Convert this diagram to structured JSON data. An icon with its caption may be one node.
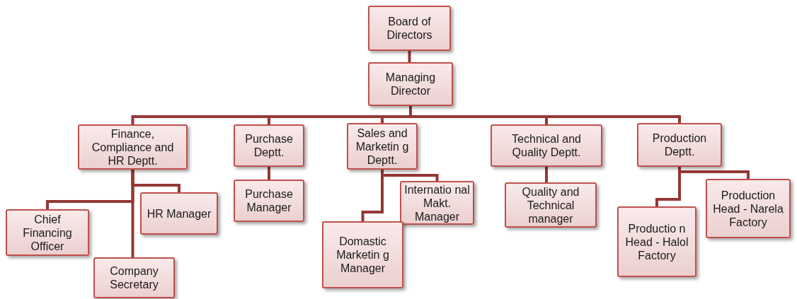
{
  "diagram": {
    "nodes": [
      {
        "text": [
          "Board of Directors"
        ]
      },
      {
        "text": [
          "Managing Director"
        ]
      },
      {
        "text": [
          "Finance, Compliance and HR Deptt."
        ]
      },
      {
        "text": [
          "Purchase Deptt."
        ]
      },
      {
        "text": [
          "Sales and Marketin g Deptt."
        ]
      },
      {
        "text": [
          "Technical and Quality Deptt."
        ]
      },
      {
        "text": [
          "Production Deptt."
        ]
      },
      {
        "text": [
          "Chief Financing Officer"
        ]
      },
      {
        "text": [
          "HR Manager"
        ]
      },
      {
        "text": [
          "Company Secretary"
        ]
      },
      {
        "text": [
          "Purchase Manager"
        ]
      },
      {
        "text": [
          "Internatio nal Makt. Manager"
        ]
      },
      {
        "text": [
          "Domastic Marketin g Manager"
        ]
      },
      {
        "text": [
          "Quality and Technical manager"
        ]
      },
      {
        "text": [
          "Productio n Head - Halol Factory"
        ]
      },
      {
        "text": [
          "Production Head - Narela Factory"
        ]
      }
    ],
    "edges": [
      {
        "from": 0,
        "to": 1,
        "arrow": "none"
      },
      {
        "from": 1,
        "to": 2,
        "arrow": "none"
      },
      {
        "from": 1,
        "to": 3,
        "arrow": "none"
      },
      {
        "from": 1,
        "to": 4,
        "arrow": "none"
      },
      {
        "from": 1,
        "to": 5,
        "arrow": "none"
      },
      {
        "from": 1,
        "to": 6,
        "arrow": "none"
      },
      {
        "from": 2,
        "to": 7,
        "arrow": "none"
      },
      {
        "from": 2,
        "to": 8,
        "arrow": "none"
      },
      {
        "from": 2,
        "to": 9,
        "arrow": "none"
      },
      {
        "from": 3,
        "to": 10,
        "arrow": "none"
      },
      {
        "from": 4,
        "to": 11,
        "arrow": "none"
      },
      {
        "from": 4,
        "to": 12,
        "arrow": "none"
      },
      {
        "from": 5,
        "to": 13,
        "arrow": "none"
      },
      {
        "from": 6,
        "to": 14,
        "arrow": "none"
      },
      {
        "from": 6,
        "to": 15,
        "arrow": "none"
      }
    ]
  }
}
